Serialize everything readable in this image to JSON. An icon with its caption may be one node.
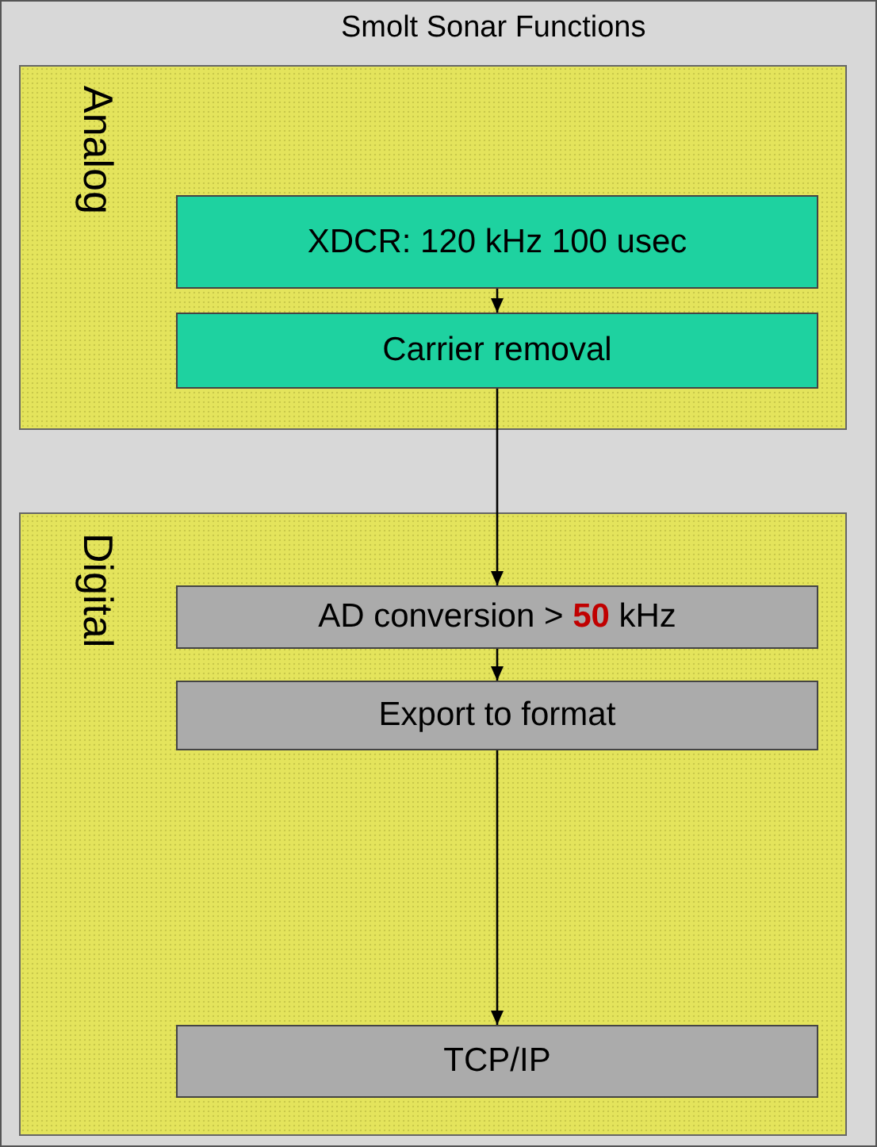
{
  "diagram": {
    "title": "Smolt Sonar Functions",
    "nodes": [
      {
        "text": [
          "Analog"
        ]
      },
      {
        "text": [
          "XDCR:  120 kHz 100 usec"
        ],
        "in": 0
      },
      {
        "text": [
          "Carrier removal"
        ],
        "in": 0
      },
      {
        "text": [
          "Digital"
        ]
      },
      {
        "text": [
          "AD conversion > **50** kHz"
        ],
        "in": 3
      },
      {
        "text": [
          "Export to format"
        ],
        "in": 3
      },
      {
        "text": [
          "TCP/IP"
        ],
        "in": 3
      }
    ],
    "edges": [
      {
        "from": 1,
        "to": 2,
        "arrow": "to"
      },
      {
        "from": 2,
        "to": 4,
        "arrow": "to"
      },
      {
        "from": 4,
        "to": 5,
        "arrow": "to"
      },
      {
        "from": 5,
        "to": 6,
        "arrow": "to"
      }
    ]
  }
}
